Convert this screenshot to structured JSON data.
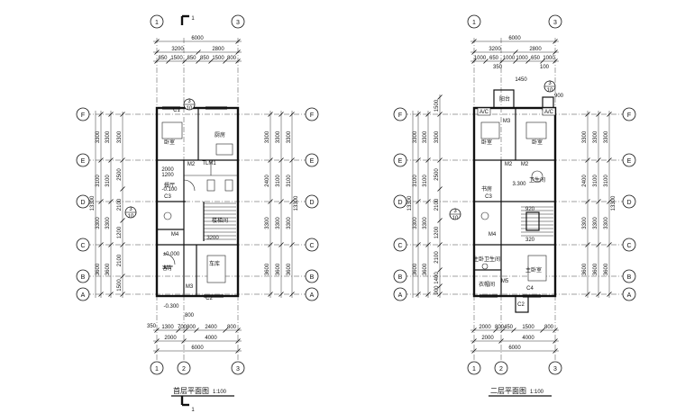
{
  "plan1": {
    "title": "首层平面图",
    "scale": "1:100",
    "axes_top": [
      "1",
      "3"
    ],
    "axes_bottom": [
      "1",
      "2",
      "3"
    ],
    "axes_rows": [
      "F",
      "E",
      "D",
      "C",
      "B",
      "A"
    ],
    "top_total": "6000",
    "top_mid": [
      "3200",
      "2800"
    ],
    "top_small": [
      "850",
      "1500",
      "850",
      "850",
      "1500",
      "800"
    ],
    "bottom_small": [
      "1300",
      "700",
      "800",
      "2400",
      "800"
    ],
    "bottom_mid": [
      "2000",
      "4000"
    ],
    "bottom_total": "6000",
    "left_outer": [
      "3300",
      "3100",
      "3300",
      "3600"
    ],
    "left_inner": [
      "3300",
      "2500",
      "2100",
      "1200",
      "2100",
      "1500"
    ],
    "total_v": "13300",
    "right_inner": [
      "3300",
      "2400",
      "3300",
      "3600"
    ],
    "right_outer": [
      "3300",
      "3100",
      "3300",
      "3600"
    ],
    "rooms": [
      "卧室",
      "厨房",
      "餐厅",
      "楼梯间",
      "客厅",
      "车库"
    ],
    "labels": [
      "C1",
      "C2",
      "C3",
      "M1",
      "M2",
      "M3",
      "M4",
      "TLM1",
      "2000",
      "1200",
      "-0.100",
      "±0.000",
      "-0.300",
      "3200",
      "800",
      "350"
    ],
    "section_mark": "1",
    "detail_mark": [
      "3",
      "10"
    ]
  },
  "plan2": {
    "title": "二层平面图",
    "scale": "1:100",
    "axes_top": [
      "1",
      "3"
    ],
    "axes_bottom": [
      "1",
      "2",
      "3"
    ],
    "axes_rows": [
      "F",
      "E",
      "D",
      "C",
      "B",
      "A"
    ],
    "top_total": "6000",
    "top_mid": [
      "3200",
      "2800"
    ],
    "top_small": [
      "1000",
      "650",
      "1000",
      "1000",
      "650",
      "1000"
    ],
    "top_extra": [
      "350",
      "100"
    ],
    "bottom_small": [
      "2000",
      "800",
      "450",
      "1500",
      "800"
    ],
    "bottom_mid": [
      "2000",
      "4000"
    ],
    "bottom_total": "6000",
    "left_outer": [
      "3300",
      "3100",
      "3300",
      "3600"
    ],
    "left_inner": [
      "1500",
      "3300",
      "2500",
      "2100",
      "1200",
      "2100",
      "1400",
      "900"
    ],
    "total_v": "13300",
    "right_inner": [
      "3300",
      "2400",
      "3300",
      "3600"
    ],
    "right_outer": [
      "3300",
      "3100",
      "3300",
      "3600"
    ],
    "rooms": [
      "卧室",
      "卧室",
      "书房",
      "卫生间",
      "主卧室",
      "主卧卫生间",
      "衣帽间",
      "阳台"
    ],
    "labels": [
      "A/C",
      "A/C",
      "M3",
      "M2",
      "M2",
      "C3",
      "C2",
      "C4",
      "M4",
      "M5",
      "3.300",
      "920",
      "320",
      "1450",
      "900"
    ],
    "detail_mark": [
      "3",
      "10"
    ]
  }
}
